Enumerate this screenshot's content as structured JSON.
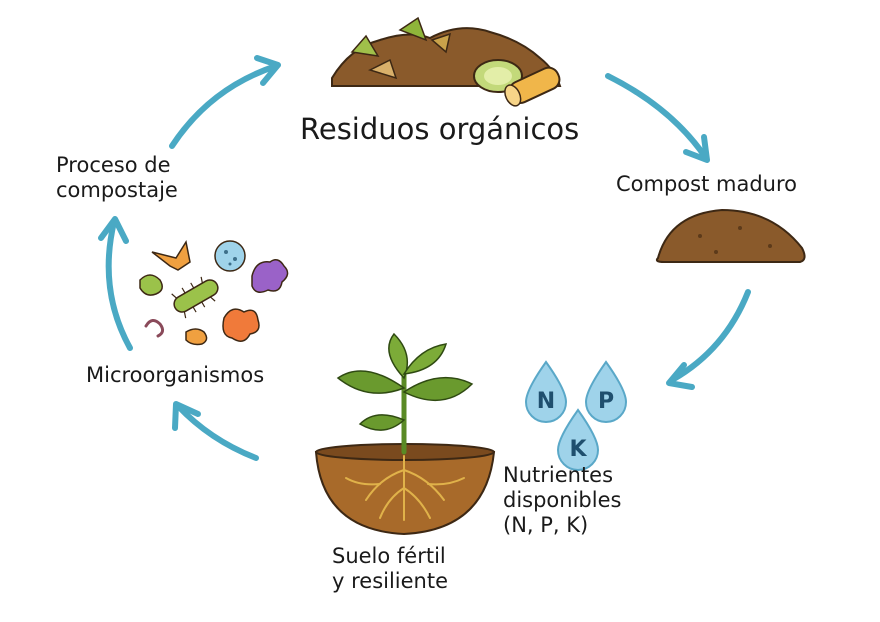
{
  "diagram": {
    "title": "Ciclo del compostaje",
    "nodes": {
      "residuos": "Residuos orgánicos",
      "compost": "Compost maduro",
      "nutrientes": [
        "Nutrientes",
        "disponibles",
        "(N, P, K)"
      ],
      "suelo": [
        "Suelo fértil",
        "y resiliente"
      ],
      "microorganismos": "Microorganismos",
      "proceso": [
        "Proceso de",
        "compostaje"
      ]
    },
    "nutrient_letters": [
      "N",
      "P",
      "K"
    ],
    "colors": {
      "arrow": "#4aa9c4",
      "soil": "#a86a2a",
      "compost": "#8a5a2b",
      "drop": "#9fd3ea",
      "leaf": "#6a9a2e",
      "roots": "#e0b24a"
    }
  }
}
